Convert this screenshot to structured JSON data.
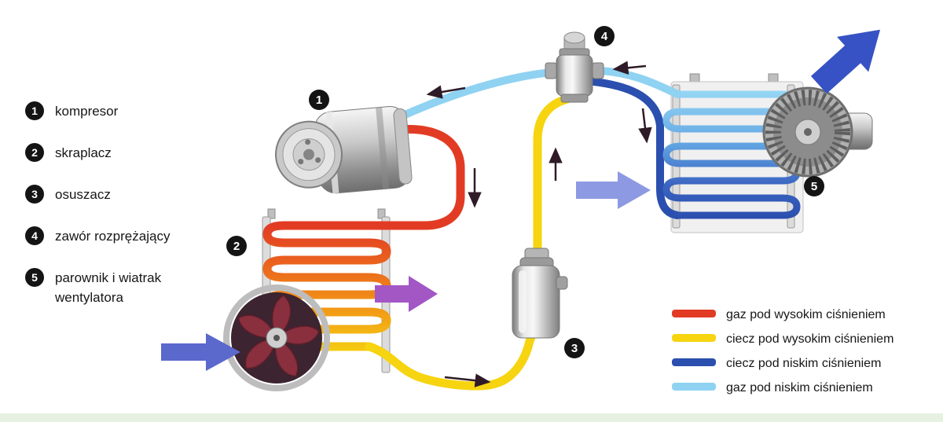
{
  "legend": {
    "items": [
      {
        "num": "1",
        "label": "kompresor"
      },
      {
        "num": "2",
        "label": "skraplacz"
      },
      {
        "num": "3",
        "label": "osuszacz"
      },
      {
        "num": "4",
        "label": "zawór rozprężający"
      },
      {
        "num": "5",
        "label": "parownik i wiatrak",
        "label2": "wentylatora"
      }
    ]
  },
  "color_legend": {
    "items": [
      {
        "color": "#e23b24",
        "label": "gaz pod wysokim ciśnieniem"
      },
      {
        "color": "#f6d410",
        "label": "ciecz pod wysokim ciśnieniem"
      },
      {
        "color": "#2b4fae",
        "label": "ciecz pod niskim ciśnieniem"
      },
      {
        "color": "#8fd2f2",
        "label": "gaz pod niskim ciśnieniem"
      }
    ]
  },
  "colors": {
    "air_blue": "#3752c4",
    "air_blue_light": "#8d99e2",
    "air_purple": "#a257c5",
    "flow_arrow": "#2f1b28",
    "badge_black": "#141414"
  }
}
